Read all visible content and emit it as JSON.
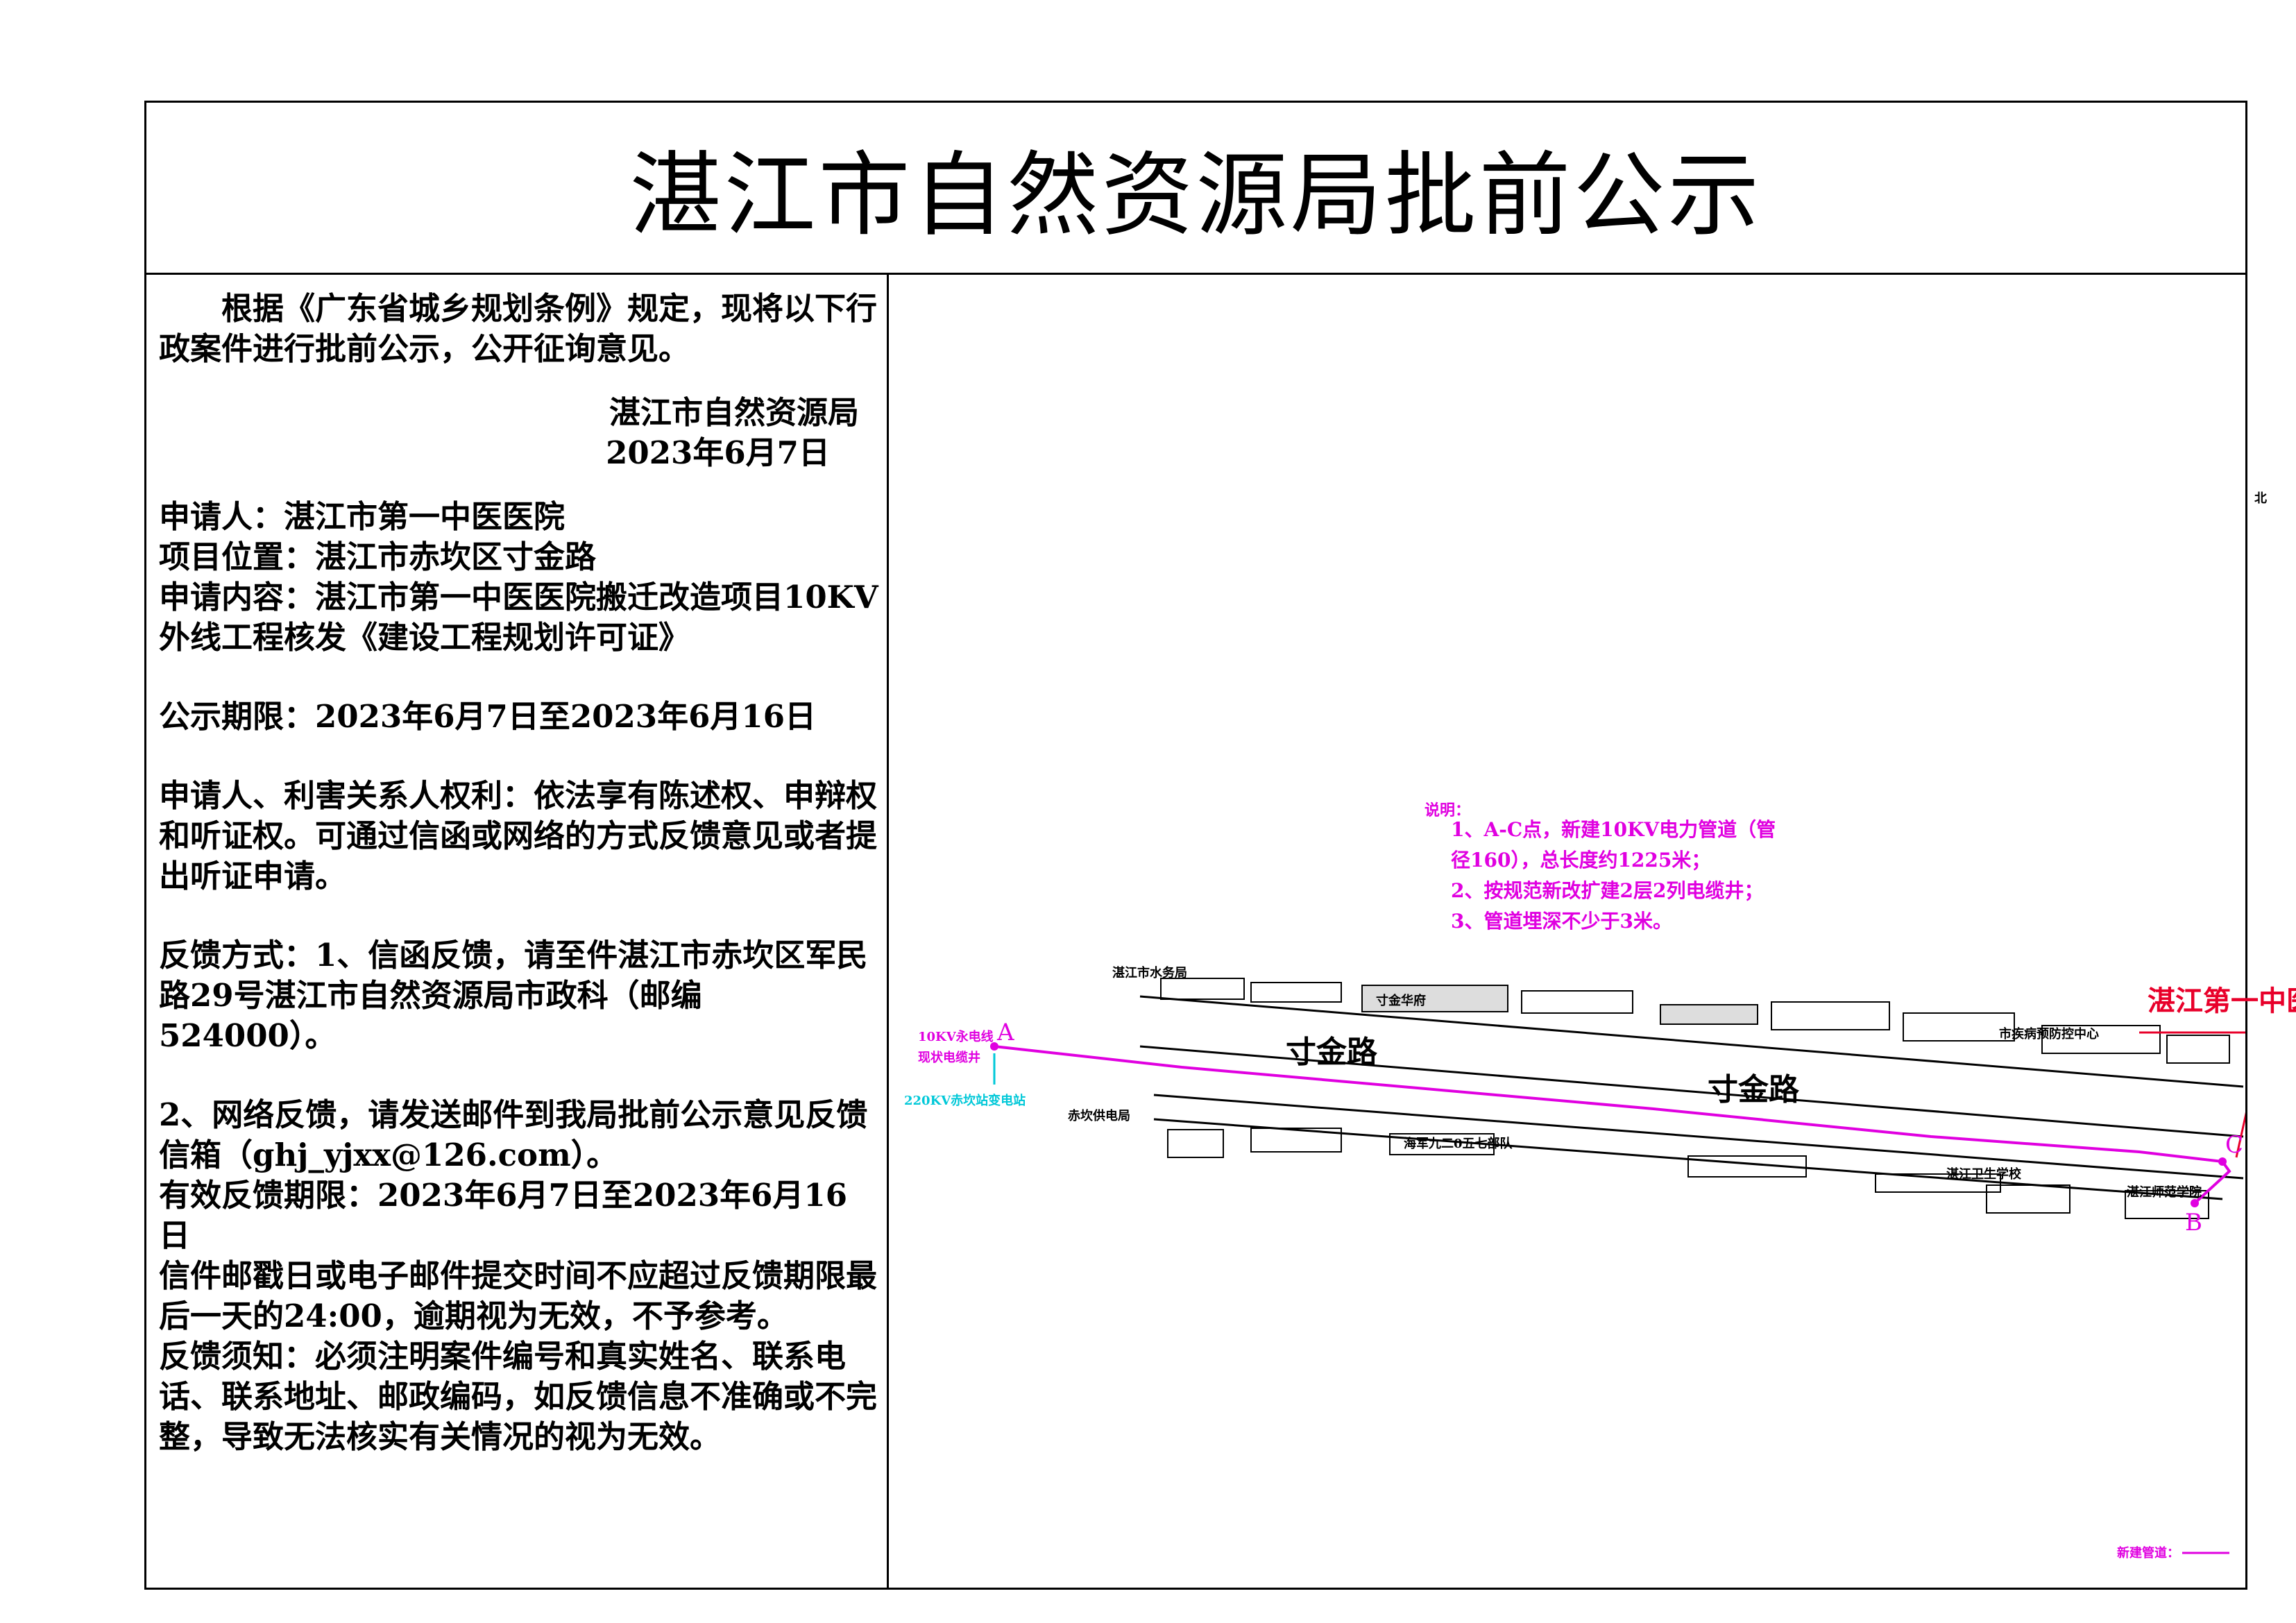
{
  "title": "湛江市自然资源局批前公示",
  "intro": "根据《广东省城乡规划条例》规定，现将以下行政案件进行批前公示，公开征询意见。",
  "signer": "湛江市自然资源局",
  "sign_date": "2023年6月7日",
  "applicant": "申请人：湛江市第一中医医院",
  "location": "项目位置：湛江市赤坎区寸金路",
  "content": "申请内容：湛江市第一中医医院搬迁改造项目10KV外线工程核发《建设工程规划许可证》",
  "period": "公示期限：2023年6月7日至2023年6月16日",
  "rights": "申请人、利害关系人权利：依法享有陈述权、申辩权和听证权。可通过信函或网络的方式反馈意见或者提出听证申请。",
  "feedback_mail": "反馈方式：1、信函反馈，请至件湛江市赤坎区军民路29号湛江市自然资源局市政科（邮编524000）。",
  "feedback_net": "2、网络反馈，请发送邮件到我局批前公示意见反馈信箱（ghj_yjxx@126.com）。",
  "valid_period": "有效反馈期限：2023年6月7日至2023年6月16日",
  "postmark": "信件邮戳日或电子邮件提交时间不应超过反馈期限最后一天的24:00，逾期视为无效，不予参考。",
  "notice": "反馈须知：必须注明案件编号和真实姓名、联系电话、联系地址、邮政编码，如反馈信息不准确或不完整，导致无法核实有关情况的视为无效。",
  "map": {
    "north_label": "北",
    "notes_title": "说明：",
    "note1a": "1、A-C点，新建10KV电力管道（管",
    "note1b": "径160），总长度约1225米；",
    "note2": "2、按规范新改扩建2层2列电缆井；",
    "note3": "3、管道埋深不少于3米。",
    "hospital": "湛江第一中医医院",
    "road_main_1": "寸金路",
    "road_main_2": "寸金路",
    "label_water": "湛江市水务局",
    "label_cunjin": "寸金华府",
    "label_center": "市疾病预防控中心",
    "label_power": "赤坎供电局",
    "label_navy": "海军九二0五七部队",
    "label_health": "湛江卫生学校",
    "label_normal": "湛江师范学院",
    "label_10kv": "10KV永电线",
    "label_cable": "现状电缆井",
    "label_station": "220KV赤坎站变电站",
    "point_a": "A",
    "point_b": "B",
    "point_c": "C",
    "legend": "新建管道：",
    "pipe_color": "#e000e0",
    "accent_red": "#e8002a",
    "accent_cyan": "#00c8d8"
  }
}
